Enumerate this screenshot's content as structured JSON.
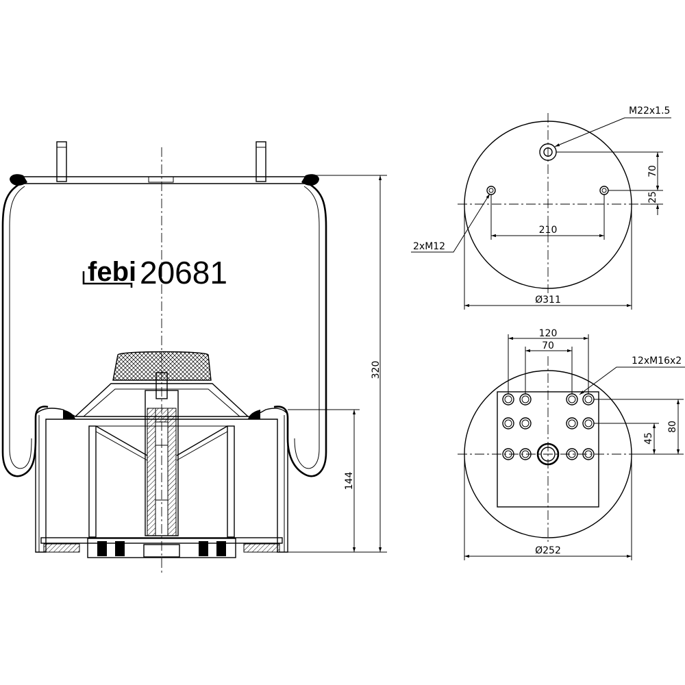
{
  "brand": {
    "logo_text": "febi",
    "part_number": "20681"
  },
  "side_view": {
    "dims": {
      "overall_height": "320",
      "piston_height": "144"
    }
  },
  "top_view": {
    "dims": {
      "diameter": "Ø311",
      "bolt_spacing": "210",
      "offset_70": "70",
      "offset_25": "25"
    },
    "labels": {
      "air_port": "M22x1.5",
      "studs": "2xM12"
    }
  },
  "bottom_view": {
    "dims": {
      "diameter": "Ø252",
      "outer_spacing": "120",
      "inner_spacing": "70",
      "vert_80": "80",
      "vert_45": "45"
    },
    "labels": {
      "holes": "12xM16x2"
    }
  }
}
